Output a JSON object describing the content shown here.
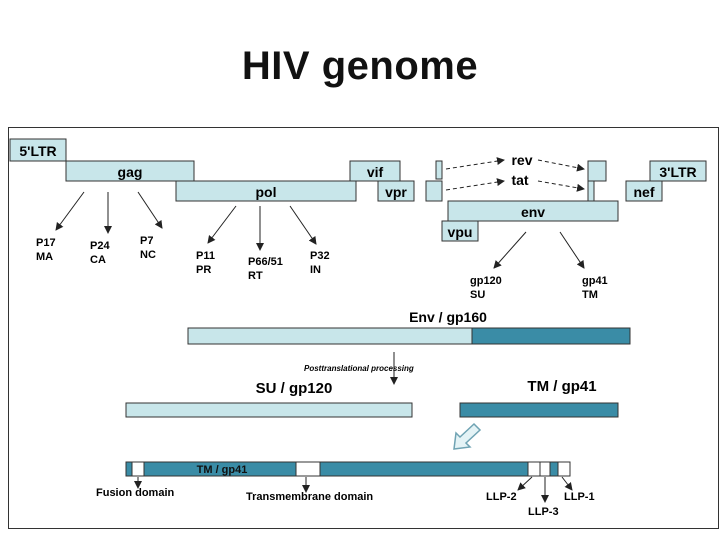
{
  "title": "HIV genome",
  "colors": {
    "gene_fill": "#c8e6ea",
    "tm_fill": "#3a8ca6",
    "stroke": "#333333",
    "text": "#111111"
  },
  "genes": {
    "ltr5": "5'LTR",
    "gag": "gag",
    "pol": "pol",
    "vif": "vif",
    "vpr": "vpr",
    "rev": "rev",
    "tat": "tat",
    "ltr3": "3'LTR",
    "nef": "nef",
    "env": "env",
    "vpu": "vpu"
  },
  "gag_products": [
    {
      "name": "P17",
      "role": "MA"
    },
    {
      "name": "P24",
      "role": "CA"
    },
    {
      "name": "P7",
      "role": "NC"
    }
  ],
  "pol_products": [
    {
      "name": "P11",
      "role": "PR"
    },
    {
      "name": "P66/51",
      "role": "RT"
    },
    {
      "name": "P32",
      "role": "IN"
    }
  ],
  "env_products": [
    {
      "name": "gp120",
      "role": "SU"
    },
    {
      "name": "gp41",
      "role": "TM"
    }
  ],
  "precursor_label": "Env / gp160",
  "processing_label": "Posttranslational processing",
  "su_label": "SU / gp120",
  "tm_label": "TM / gp41",
  "tm_detail_label": "TM / gp41",
  "domains": {
    "fusion": "Fusion domain",
    "transmembrane": "Transmembrane domain",
    "llp2": "LLP-2",
    "llp3": "LLP-3",
    "llp1": "LLP-1"
  }
}
